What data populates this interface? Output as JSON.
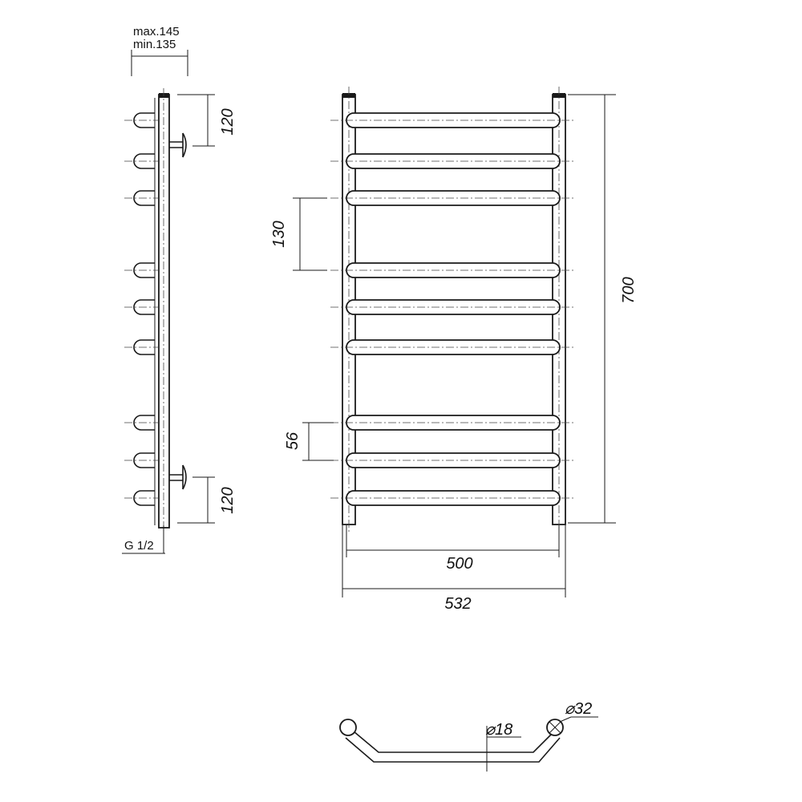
{
  "side_view": {
    "depth_max_label": "max.145",
    "depth_min_label": "min.135",
    "top_offset_label": "120",
    "bottom_offset_label": "120",
    "thread_label": "G 1/2"
  },
  "front_view": {
    "rung_pitch_label": "130",
    "rung_gap_label": "56",
    "height_label": "700",
    "inner_width_label": "500",
    "outer_width_label": "532"
  },
  "section_view": {
    "rung_diameter_label": "⌀18",
    "rail_diameter_label": "⌀32"
  }
}
